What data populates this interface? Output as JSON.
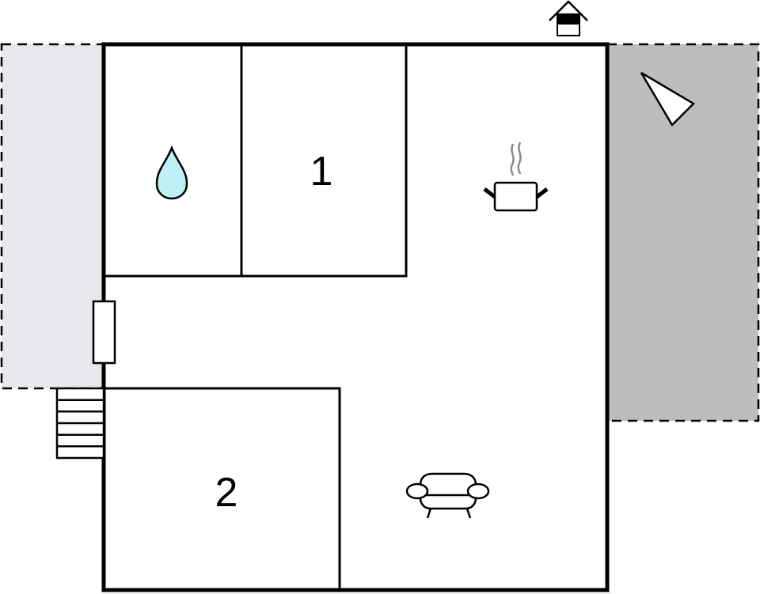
{
  "floor_plan": {
    "rooms": [
      {
        "id": "bathroom",
        "label": "",
        "icon": "water-drop-icon"
      },
      {
        "id": "bedroom-1",
        "label": "1"
      },
      {
        "id": "kitchen",
        "label": "",
        "icon": "cooking-pot-icon"
      },
      {
        "id": "bedroom-2",
        "label": "2"
      },
      {
        "id": "living-room",
        "label": "",
        "icon": "sofa-icon"
      }
    ],
    "icons": [
      "entrance-house-icon",
      "view-direction-triangle-icon",
      "stairs-icon",
      "window-icon"
    ],
    "colors": {
      "wall": "#000000",
      "terrace_left": "#e8e8ec",
      "terrace_right": "#bdbdbf",
      "water": "#bff0f5",
      "steam": "#8a8a8a"
    }
  }
}
